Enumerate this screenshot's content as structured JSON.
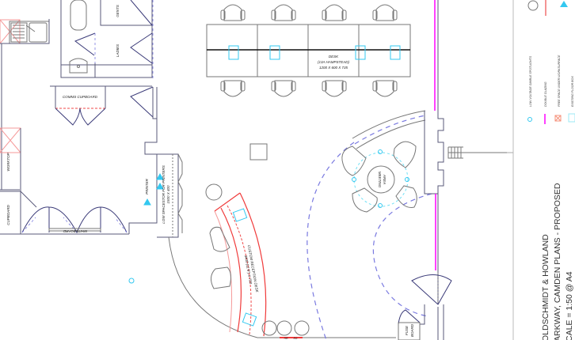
{
  "rooms": {
    "gents": "GENTS",
    "ladies": "LADIES",
    "comms_cupboard": "COMMS CUPBOARD",
    "worktop": "WORKTOP",
    "cupboard": "CUPBOARD",
    "whiteboard": "WHITEBOARD",
    "printer": "PRINTER",
    "low_spacestor": "LOW SPACESTOR FOR PRINTERS",
    "low_spacestor_dims": "1500 X 400",
    "meeting_area_1": "MEETING",
    "meeting_area_2": "AREA",
    "fuse_board_1": "FUSE",
    "fuse_board_2": "BOARD",
    "hb": "HB",
    "ed": "ED"
  },
  "desk": {
    "line1": "DESK",
    "line2": "(13A HAMPSTEAD)",
    "line3": "1200 X 600 X 735"
  },
  "reception_desk": {
    "line1": "CUSTOM RECEPTION DESK",
    "line2": "3400 (11'6\") X 700"
  },
  "legend": {
    "items": [
      {
        "label": "LOW-VOLTAGE GIMBLE SPOTLIGHTS",
        "icon": "spotlight-circle-icon",
        "color": "#33c8f0"
      },
      {
        "label": "DOUBLE GLAZING",
        "icon": "double-glazing-line-icon",
        "color": "#ff00ff"
      },
      {
        "label": "FREE SPACE UNDER WORKSURFACE",
        "icon": "crossed-box-icon",
        "color": "#f5907a"
      },
      {
        "label": "EXISTING FLOOR BOX",
        "icon": "floor-box-icon",
        "color": "#9be8f5"
      }
    ]
  },
  "title_block": {
    "line1": "OLDSCHMIDT & HOWLAND",
    "line2": "ARKWAY, CAMDEN PLANS - PROPOSED",
    "line3": "CALE = 1:50 @ A4"
  },
  "colors": {
    "wall": "#5a5a7a",
    "door": "#3a3a78",
    "swing": "#7a7ae0",
    "spot": "#33c8f0",
    "glazing": "#ff00ff",
    "reception": "#f03a3a"
  }
}
